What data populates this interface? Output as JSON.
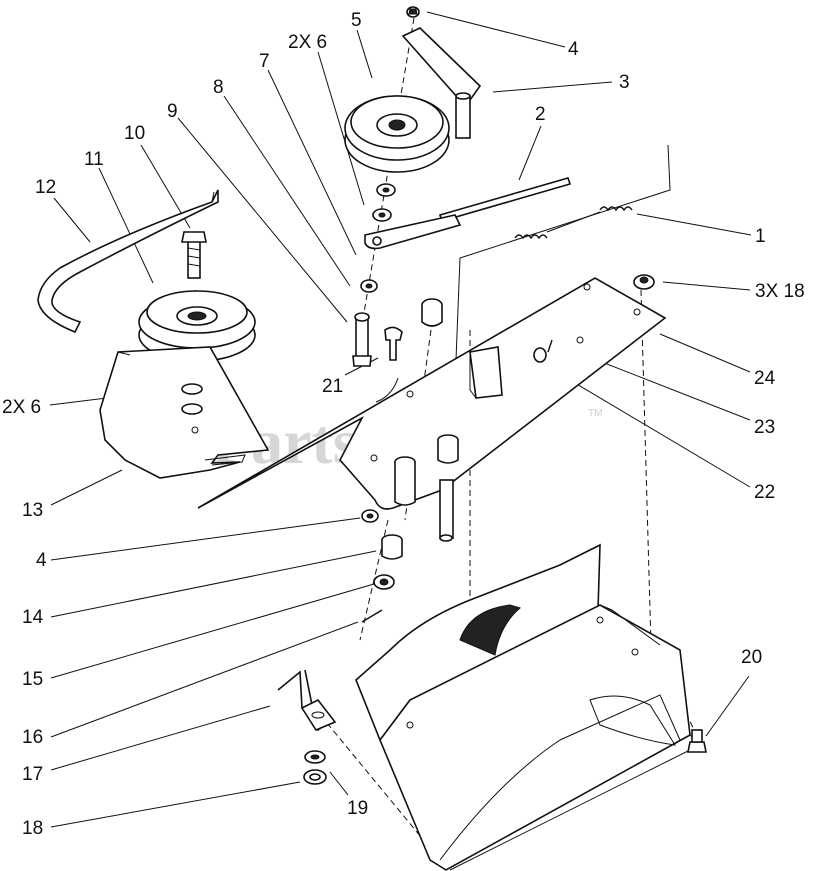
{
  "watermark": {
    "text": "PartsTree",
    "trademark": "TM"
  },
  "callouts": [
    {
      "id": "c1",
      "text": "1"
    },
    {
      "id": "c2",
      "text": "2"
    },
    {
      "id": "c3",
      "text": "3"
    },
    {
      "id": "c4a",
      "text": "4"
    },
    {
      "id": "c5",
      "text": "5"
    },
    {
      "id": "c2x6a",
      "text": "2X 6"
    },
    {
      "id": "c7",
      "text": "7"
    },
    {
      "id": "c8",
      "text": "8"
    },
    {
      "id": "c9",
      "text": "9"
    },
    {
      "id": "c10",
      "text": "10"
    },
    {
      "id": "c11",
      "text": "11"
    },
    {
      "id": "c12",
      "text": "12"
    },
    {
      "id": "c3x18",
      "text": "3X 18"
    },
    {
      "id": "c24",
      "text": "24"
    },
    {
      "id": "c23",
      "text": "23"
    },
    {
      "id": "c22",
      "text": "22"
    },
    {
      "id": "c21",
      "text": "21"
    },
    {
      "id": "c2x6b",
      "text": "2X 6"
    },
    {
      "id": "c13",
      "text": "13"
    },
    {
      "id": "c4b",
      "text": "4"
    },
    {
      "id": "c14",
      "text": "14"
    },
    {
      "id": "c15",
      "text": "15"
    },
    {
      "id": "c16",
      "text": "16"
    },
    {
      "id": "c17",
      "text": "17"
    },
    {
      "id": "c18",
      "text": "18"
    },
    {
      "id": "c19",
      "text": "19"
    },
    {
      "id": "c20",
      "text": "20"
    }
  ]
}
